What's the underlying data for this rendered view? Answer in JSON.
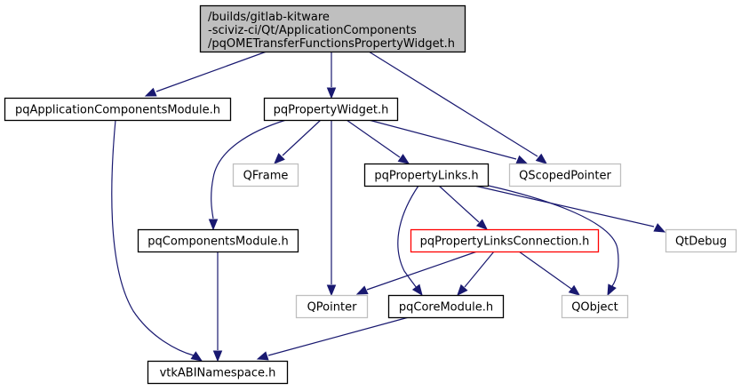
{
  "diagram": {
    "type": "include-dependency-graph",
    "colors": {
      "edge": "#191970",
      "root_fill": "#bfbfbf",
      "root_border": "#000000",
      "documented_border": "#000000",
      "external_border": "#bfbfbf",
      "incomplete_border": "#ff0000",
      "fill": "#ffffff"
    },
    "nodes": [
      {
        "id": "root",
        "lines": [
          "/builds/gitlab-kitware",
          "-sciviz-ci/Qt/ApplicationComponents",
          "/pqOMETransferFunctionsPropertyWidget.h"
        ],
        "kind": "root"
      },
      {
        "id": "appcomp",
        "lines": [
          "pqApplicationComponentsModule.h"
        ],
        "kind": "documented"
      },
      {
        "id": "propwidget",
        "lines": [
          "pqPropertyWidget.h"
        ],
        "kind": "documented"
      },
      {
        "id": "qframe",
        "lines": [
          "QFrame"
        ],
        "kind": "external"
      },
      {
        "id": "proplinks",
        "lines": [
          "pqPropertyLinks.h"
        ],
        "kind": "documented"
      },
      {
        "id": "qscoped",
        "lines": [
          "QScopedPointer"
        ],
        "kind": "external"
      },
      {
        "id": "compmodule",
        "lines": [
          "pqComponentsModule.h"
        ],
        "kind": "documented"
      },
      {
        "id": "linksconn",
        "lines": [
          "pqPropertyLinksConnection.h"
        ],
        "kind": "incomplete"
      },
      {
        "id": "qtdebug",
        "lines": [
          "QtDebug"
        ],
        "kind": "external"
      },
      {
        "id": "qpointer",
        "lines": [
          "QPointer"
        ],
        "kind": "external"
      },
      {
        "id": "coremodule",
        "lines": [
          "pqCoreModule.h"
        ],
        "kind": "documented"
      },
      {
        "id": "qobject",
        "lines": [
          "QObject"
        ],
        "kind": "external"
      },
      {
        "id": "vtkabi",
        "lines": [
          "vtkABINamespace.h"
        ],
        "kind": "documented"
      }
    ],
    "edges": [
      {
        "from": "root",
        "to": "appcomp"
      },
      {
        "from": "root",
        "to": "propwidget"
      },
      {
        "from": "root",
        "to": "qscoped"
      },
      {
        "from": "appcomp",
        "to": "vtkabi"
      },
      {
        "from": "propwidget",
        "to": "compmodule"
      },
      {
        "from": "propwidget",
        "to": "qframe"
      },
      {
        "from": "propwidget",
        "to": "qpointer"
      },
      {
        "from": "propwidget",
        "to": "proplinks"
      },
      {
        "from": "propwidget",
        "to": "qscoped"
      },
      {
        "from": "compmodule",
        "to": "vtkabi"
      },
      {
        "from": "proplinks",
        "to": "coremodule"
      },
      {
        "from": "proplinks",
        "to": "linksconn"
      },
      {
        "from": "proplinks",
        "to": "qtdebug"
      },
      {
        "from": "proplinks",
        "to": "qobject"
      },
      {
        "from": "linksconn",
        "to": "qpointer"
      },
      {
        "from": "linksconn",
        "to": "coremodule"
      },
      {
        "from": "linksconn",
        "to": "qobject"
      },
      {
        "from": "coremodule",
        "to": "vtkabi"
      }
    ]
  }
}
